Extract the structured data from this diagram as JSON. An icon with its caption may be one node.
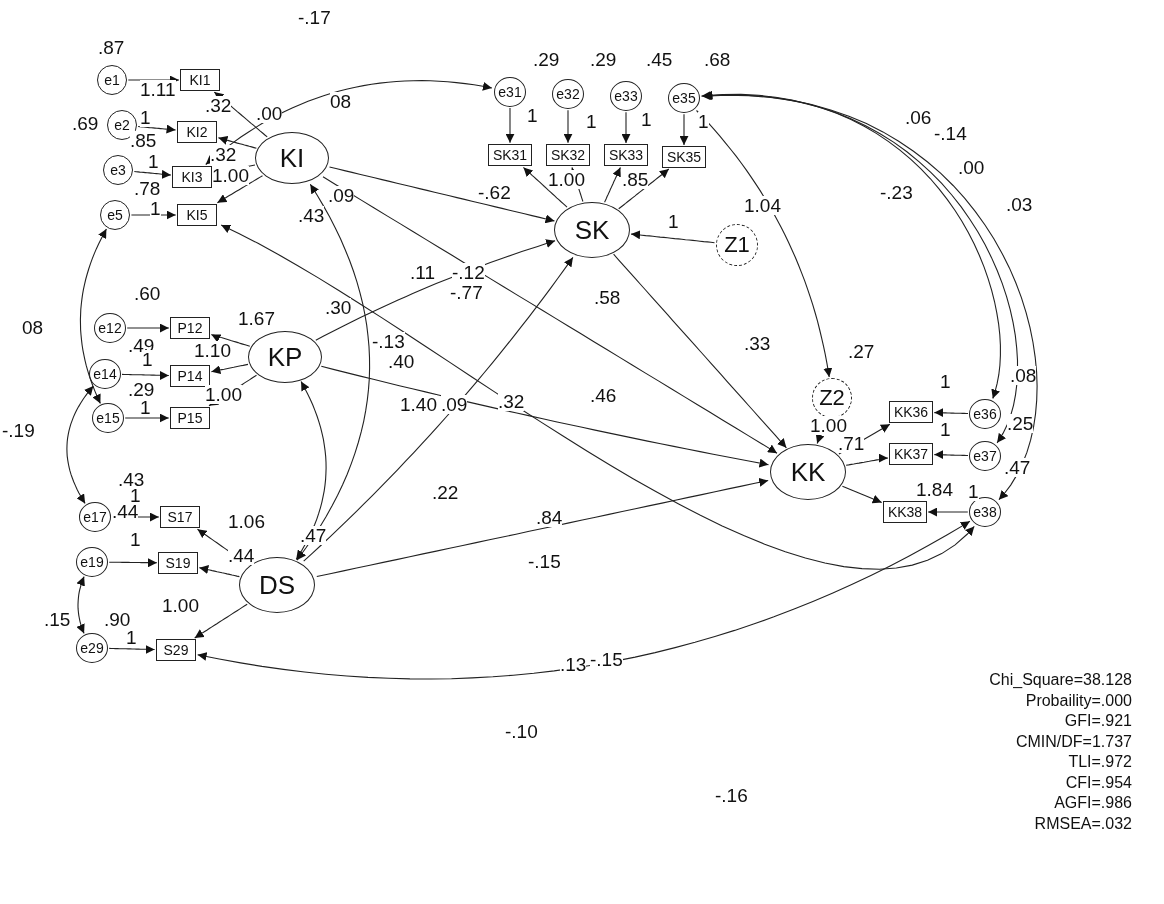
{
  "diagram": {
    "nodes": [
      {
        "text": [
          "e1"
        ]
      },
      {
        "text": [
          "KI1"
        ]
      },
      {
        "text": [
          "e2"
        ]
      },
      {
        "text": [
          "KI2"
        ]
      },
      {
        "text": [
          "e3"
        ]
      },
      {
        "text": [
          "KI3"
        ]
      },
      {
        "text": [
          "e5"
        ]
      },
      {
        "text": [
          "KI5"
        ]
      },
      {
        "text": [
          "KI"
        ]
      },
      {
        "text": [
          "e12"
        ]
      },
      {
        "text": [
          "P12"
        ]
      },
      {
        "text": [
          "e14"
        ]
      },
      {
        "text": [
          "P14"
        ]
      },
      {
        "text": [
          "e15"
        ]
      },
      {
        "text": [
          "P15"
        ]
      },
      {
        "text": [
          "KP"
        ]
      },
      {
        "text": [
          "e17"
        ]
      },
      {
        "text": [
          "S17"
        ]
      },
      {
        "text": [
          "e19"
        ]
      },
      {
        "text": [
          "S19"
        ]
      },
      {
        "text": [
          "e29"
        ]
      },
      {
        "text": [
          "S29"
        ]
      },
      {
        "text": [
          "DS"
        ]
      },
      {
        "text": [
          "e31"
        ]
      },
      {
        "text": [
          "SK31"
        ]
      },
      {
        "text": [
          "e32"
        ]
      },
      {
        "text": [
          "SK32"
        ]
      },
      {
        "text": [
          "e33"
        ]
      },
      {
        "text": [
          "SK33"
        ]
      },
      {
        "text": [
          "e35"
        ]
      },
      {
        "text": [
          "SK35"
        ]
      },
      {
        "text": [
          "SK"
        ]
      },
      {
        "text": [
          "Z1"
        ]
      },
      {
        "text": [
          "Z2"
        ]
      },
      {
        "text": [
          "KK"
        ]
      },
      {
        "text": [
          "KK36"
        ]
      },
      {
        "text": [
          "e36"
        ]
      },
      {
        "text": [
          "KK37"
        ]
      },
      {
        "text": [
          "e37"
        ]
      },
      {
        "text": [
          "KK38"
        ]
      },
      {
        "text": [
          "e38"
        ]
      }
    ],
    "edges": [
      {
        "from": 0,
        "to": 1,
        "arrow": "to"
      },
      {
        "from": 2,
        "to": 3,
        "arrow": "to"
      },
      {
        "from": 4,
        "to": 5,
        "arrow": "to"
      },
      {
        "from": 6,
        "to": 7,
        "arrow": "to"
      },
      {
        "from": 8,
        "to": 1,
        "arrow": "to"
      },
      {
        "from": 8,
        "to": 3,
        "arrow": "to"
      },
      {
        "from": 8,
        "to": 5,
        "arrow": "to"
      },
      {
        "from": 8,
        "to": 7,
        "arrow": "to"
      },
      {
        "from": 9,
        "to": 10,
        "arrow": "to"
      },
      {
        "from": 11,
        "to": 12,
        "arrow": "to"
      },
      {
        "from": 13,
        "to": 14,
        "arrow": "to"
      },
      {
        "from": 15,
        "to": 10,
        "arrow": "to"
      },
      {
        "from": 15,
        "to": 12,
        "arrow": "to"
      },
      {
        "from": 15,
        "to": 14,
        "arrow": "to"
      },
      {
        "from": 16,
        "to": 17,
        "arrow": "to"
      },
      {
        "from": 18,
        "to": 19,
        "arrow": "to"
      },
      {
        "from": 20,
        "to": 21,
        "arrow": "to"
      },
      {
        "from": 22,
        "to": 17,
        "arrow": "to"
      },
      {
        "from": 22,
        "to": 19,
        "arrow": "to"
      },
      {
        "from": 22,
        "to": 21,
        "arrow": "to"
      },
      {
        "from": 23,
        "to": 24,
        "arrow": "to"
      },
      {
        "from": 25,
        "to": 26,
        "arrow": "to"
      },
      {
        "from": 27,
        "to": 28,
        "arrow": "to"
      },
      {
        "from": 29,
        "to": 30,
        "arrow": "to"
      },
      {
        "from": 31,
        "to": 24,
        "arrow": "to"
      },
      {
        "from": 31,
        "to": 26,
        "arrow": "to"
      },
      {
        "from": 31,
        "to": 28,
        "arrow": "to"
      },
      {
        "from": 31,
        "to": 30,
        "arrow": "to"
      },
      {
        "from": 36,
        "to": 35,
        "arrow": "to"
      },
      {
        "from": 38,
        "to": 37,
        "arrow": "to"
      },
      {
        "from": 40,
        "to": 39,
        "arrow": "to"
      },
      {
        "from": 34,
        "to": 35,
        "arrow": "to"
      },
      {
        "from": 34,
        "to": 37,
        "arrow": "to"
      },
      {
        "from": 34,
        "to": 39,
        "arrow": "to"
      },
      {
        "from": 32,
        "to": 31,
        "arrow": "to"
      },
      {
        "from": 33,
        "to": 34,
        "arrow": "to"
      },
      {
        "from": 8,
        "to": 31,
        "arrow": "to"
      },
      {
        "from": 15,
        "to": 31,
        "arrow": "to"
      },
      {
        "from": 22,
        "to": 31,
        "arrow": "to"
      },
      {
        "from": 8,
        "to": 34,
        "arrow": "to"
      },
      {
        "from": 15,
        "to": 34,
        "arrow": "to"
      },
      {
        "from": 22,
        "to": 34,
        "arrow": "to"
      },
      {
        "from": 31,
        "to": 34,
        "arrow": "to"
      },
      {
        "from": 6,
        "to": 13,
        "arrow": "both"
      },
      {
        "from": 11,
        "to": 16,
        "arrow": "both"
      },
      {
        "from": 18,
        "to": 20,
        "arrow": "both"
      },
      {
        "from": 8,
        "to": 22,
        "arrow": "both"
      },
      {
        "from": 15,
        "to": 22,
        "arrow": "both"
      },
      {
        "from": 5,
        "to": 23,
        "arrow": "both"
      },
      {
        "from": 29,
        "to": 36,
        "arrow": "both"
      },
      {
        "from": 29,
        "to": 38,
        "arrow": "both"
      },
      {
        "from": 29,
        "to": 40,
        "arrow": "both"
      },
      {
        "from": 29,
        "to": 33,
        "arrow": "to"
      },
      {
        "from": 21,
        "to": 40,
        "arrow": "both"
      },
      {
        "from": 7,
        "to": 40,
        "arrow": "both"
      }
    ],
    "labels": [
      ".87",
      "1.11",
      ".69",
      "1",
      ".32",
      ".00",
      "08",
      ".85",
      "1",
      ".32",
      ".78",
      "1.00",
      "1",
      ".43",
      ".09",
      "-.17",
      ".29",
      ".29",
      ".45",
      ".68",
      "1",
      "1",
      "1",
      "1",
      "-.62",
      "1.00",
      ".85",
      ".06",
      "-.14",
      ".00",
      ".03",
      "-.23",
      "1.04",
      "1",
      ".11",
      "-.12",
      "-.77",
      ".30",
      "-.13",
      ".40",
      ".58",
      "1.67",
      ".60",
      ".49",
      "1",
      "1.10",
      ".29",
      "1.00",
      "1",
      "08",
      "-.19",
      ".33",
      ".27",
      "1.00",
      ".71",
      "1",
      "1",
      "1.84",
      "1",
      ".08",
      ".25",
      ".47",
      "1.40",
      ".09",
      ".32",
      ".46",
      ".22",
      ".84",
      "-.15",
      ".13",
      "-.15",
      "-.10",
      "-.16",
      ".43",
      "1",
      ".44",
      "1",
      "1.06",
      ".47",
      ".44",
      ".15",
      ".90",
      "1",
      "1.00",
      "Chi_Square=38.128",
      "Probaility=.000",
      "GFI=.921",
      "CMIN/DF=1.737",
      "TLI=.972",
      "CFI=.954",
      "AGFI=.986",
      "RMSEA=.032"
    ]
  }
}
